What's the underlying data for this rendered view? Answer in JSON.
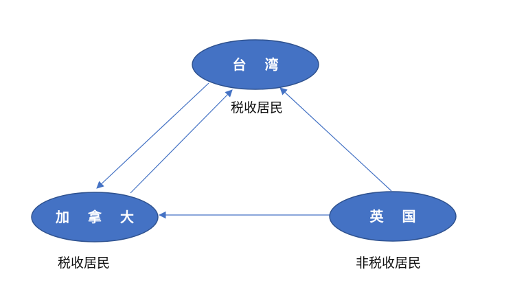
{
  "nodes": {
    "taiwan": {
      "label": "台 湾",
      "caption": "税收居民"
    },
    "canada": {
      "label": "加 拿 大",
      "caption": "税收居民"
    },
    "uk": {
      "label": "英 国",
      "caption": "非税收居民"
    }
  },
  "colors": {
    "node_fill": "#4472C4",
    "node_stroke": "#2F528F",
    "edge": "#4472C4"
  }
}
